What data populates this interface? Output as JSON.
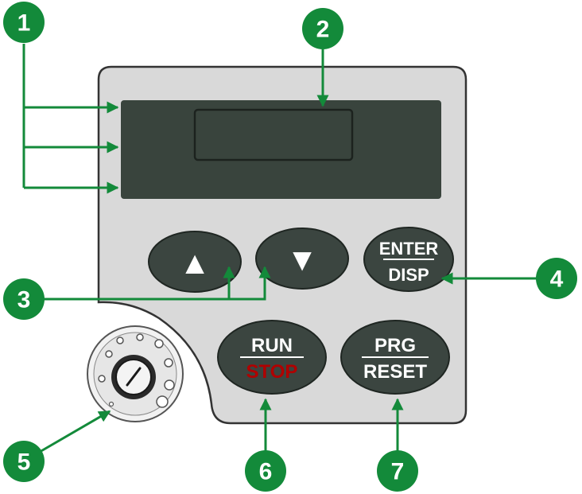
{
  "keys": {
    "up_symbol": "▲",
    "down_symbol": "▼",
    "enter_top": "ENTER",
    "enter_bottom": "DISP",
    "run_top": "RUN",
    "run_bottom": "STOP",
    "prg_top": "PRG",
    "prg_bottom": "RESET"
  },
  "callouts": [
    "1",
    "2",
    "3",
    "4",
    "5",
    "6",
    "7"
  ],
  "colors": {
    "panel": "#d9d9d9",
    "panel_border": "#333333",
    "display": "#39443d",
    "key": "#3b4540",
    "key_text": "#ffffff",
    "stop_text": "#b00000",
    "callout": "#138a3a"
  }
}
